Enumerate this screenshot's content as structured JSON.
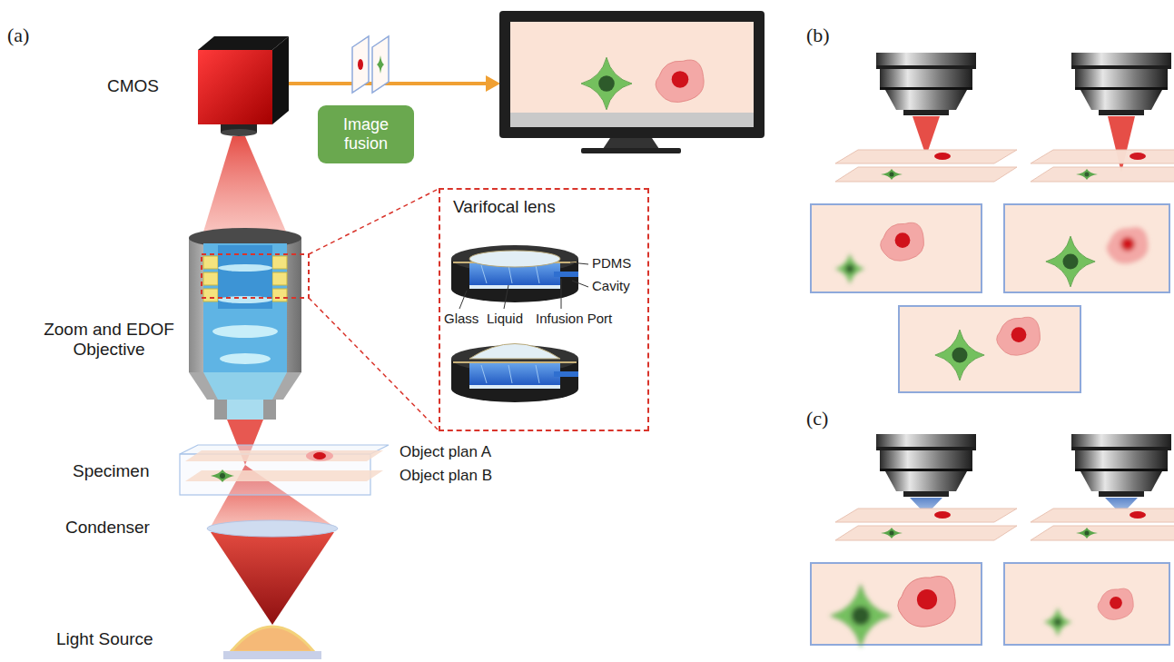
{
  "diagram": {
    "nodes": [
      {
        "text": [
          "Image fusion"
        ]
      },
      {
        "text": [
          "Varifocal lens"
        ]
      }
    ],
    "labels": [
      "(a)",
      "CMOS",
      "Zoom and EDOF Objective",
      "PDMS",
      "Cavity",
      "Glass",
      "Liquid",
      "Infusion Port",
      "Specimen",
      "Object plan A",
      "Object plan B",
      "Condenser",
      "Light Source",
      "(b)",
      "(c)"
    ]
  }
}
